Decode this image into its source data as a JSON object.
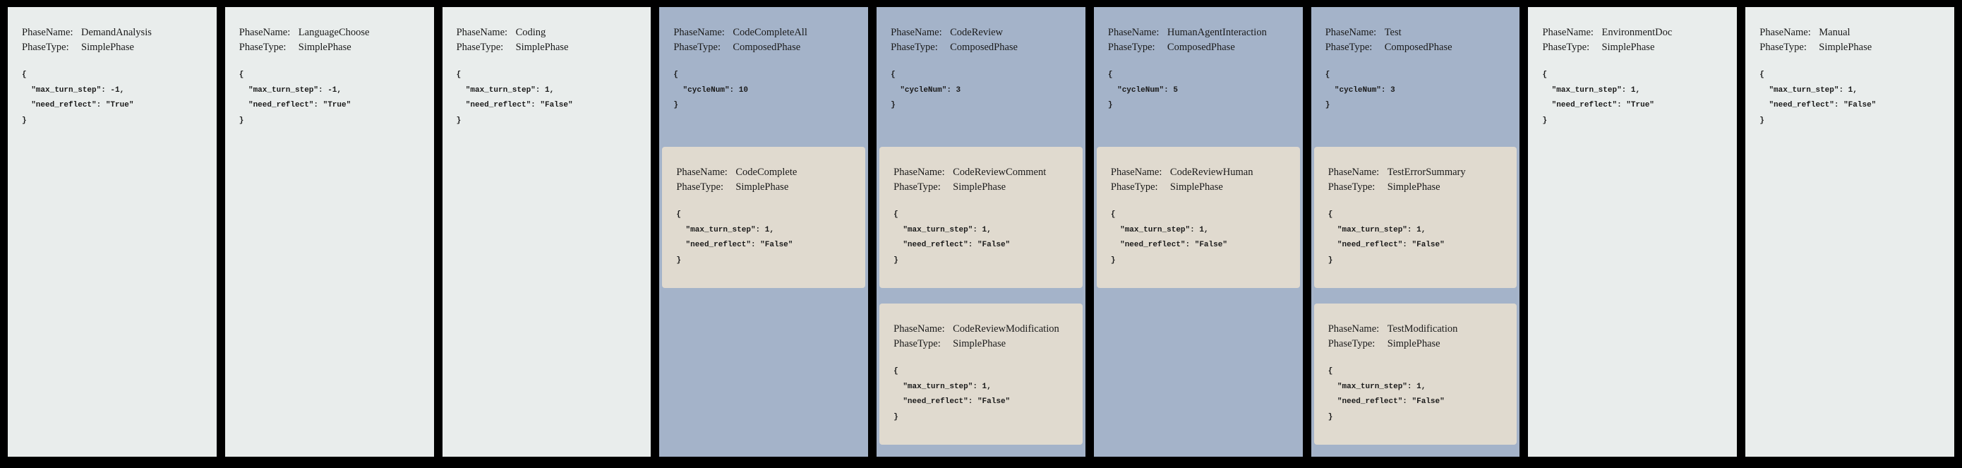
{
  "labels": {
    "phase_name": "PhaseName:",
    "phase_type": "PhaseType:"
  },
  "colors": {
    "page_background": "#000000",
    "simple_phase_bg": "#e9edec",
    "composed_phase_bg": "#a4b3c9",
    "subphase_card_bg": "#e0dacf",
    "text": "#1a1a1a"
  },
  "phases": [
    {
      "name": "DemandAnalysis",
      "type": "SimplePhase",
      "config": "{\n  \"max_turn_step\": -1,\n  \"need_reflect\": \"True\"\n}"
    },
    {
      "name": "LanguageChoose",
      "type": "SimplePhase",
      "config": "{\n  \"max_turn_step\": -1,\n  \"need_reflect\": \"True\"\n}"
    },
    {
      "name": "Coding",
      "type": "SimplePhase",
      "config": "{\n  \"max_turn_step\": 1,\n  \"need_reflect\": \"False\"\n}"
    },
    {
      "name": "CodeCompleteAll",
      "type": "ComposedPhase",
      "config": "{\n  \"cycleNum\": 10\n}",
      "subphases": [
        {
          "name": "CodeComplete",
          "type": "SimplePhase",
          "config": "{\n  \"max_turn_step\": 1,\n  \"need_reflect\": \"False\"\n}"
        }
      ]
    },
    {
      "name": "CodeReview",
      "type": "ComposedPhase",
      "config": "{\n  \"cycleNum\": 3\n}",
      "subphases": [
        {
          "name": "CodeReviewComment",
          "type": "SimplePhase",
          "config": "{\n  \"max_turn_step\": 1,\n  \"need_reflect\": \"False\"\n}"
        },
        {
          "name": "CodeReviewModification",
          "type": "SimplePhase",
          "config": "{\n  \"max_turn_step\": 1,\n  \"need_reflect\": \"False\"\n}"
        }
      ]
    },
    {
      "name": "HumanAgentInteraction",
      "type": "ComposedPhase",
      "config": "{\n  \"cycleNum\": 5\n}",
      "subphases": [
        {
          "name": "CodeReviewHuman",
          "type": "SimplePhase",
          "config": "{\n  \"max_turn_step\": 1,\n  \"need_reflect\": \"False\"\n}"
        }
      ]
    },
    {
      "name": "Test",
      "type": "ComposedPhase",
      "config": "{\n  \"cycleNum\": 3\n}",
      "subphases": [
        {
          "name": "TestErrorSummary",
          "type": "SimplePhase",
          "config": "{\n  \"max_turn_step\": 1,\n  \"need_reflect\": \"False\"\n}"
        },
        {
          "name": "TestModification",
          "type": "SimplePhase",
          "config": "{\n  \"max_turn_step\": 1,\n  \"need_reflect\": \"False\"\n}"
        }
      ]
    },
    {
      "name": "EnvironmentDoc",
      "type": "SimplePhase",
      "config": "{\n  \"max_turn_step\": 1,\n  \"need_reflect\": \"True\"\n}"
    },
    {
      "name": "Manual",
      "type": "SimplePhase",
      "config": "{\n  \"max_turn_step\": 1,\n  \"need_reflect\": \"False\"\n}"
    }
  ]
}
